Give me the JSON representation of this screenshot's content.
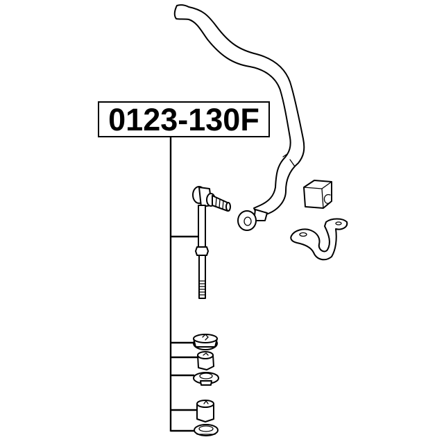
{
  "diagram": {
    "part_number": "0123-130F",
    "colors": {
      "line": "#000000",
      "background": "#ffffff"
    },
    "components": [
      {
        "id": "stabilizer-bar",
        "description": "anti-roll stabilizer bar"
      },
      {
        "id": "stabilizer-link",
        "description": "stabilizer link with ball joint and threaded stud",
        "referenced_by_label": true
      },
      {
        "id": "stabilizer-bushing",
        "description": "stabilizer bar rubber bushing"
      },
      {
        "id": "bushing-bracket",
        "description": "stabilizer bushing clamp bracket"
      },
      {
        "id": "washer-cushion-1",
        "description": "retainer cushion",
        "referenced_by_label": true
      },
      {
        "id": "cushion-2",
        "description": "rubber cushion",
        "referenced_by_label": true
      },
      {
        "id": "retainer-3",
        "description": "retainer washer",
        "referenced_by_label": true
      },
      {
        "id": "cushion-4",
        "description": "rubber cushion",
        "referenced_by_label": true
      },
      {
        "id": "retainer-5",
        "description": "retainer washer",
        "referenced_by_label": true
      }
    ]
  }
}
